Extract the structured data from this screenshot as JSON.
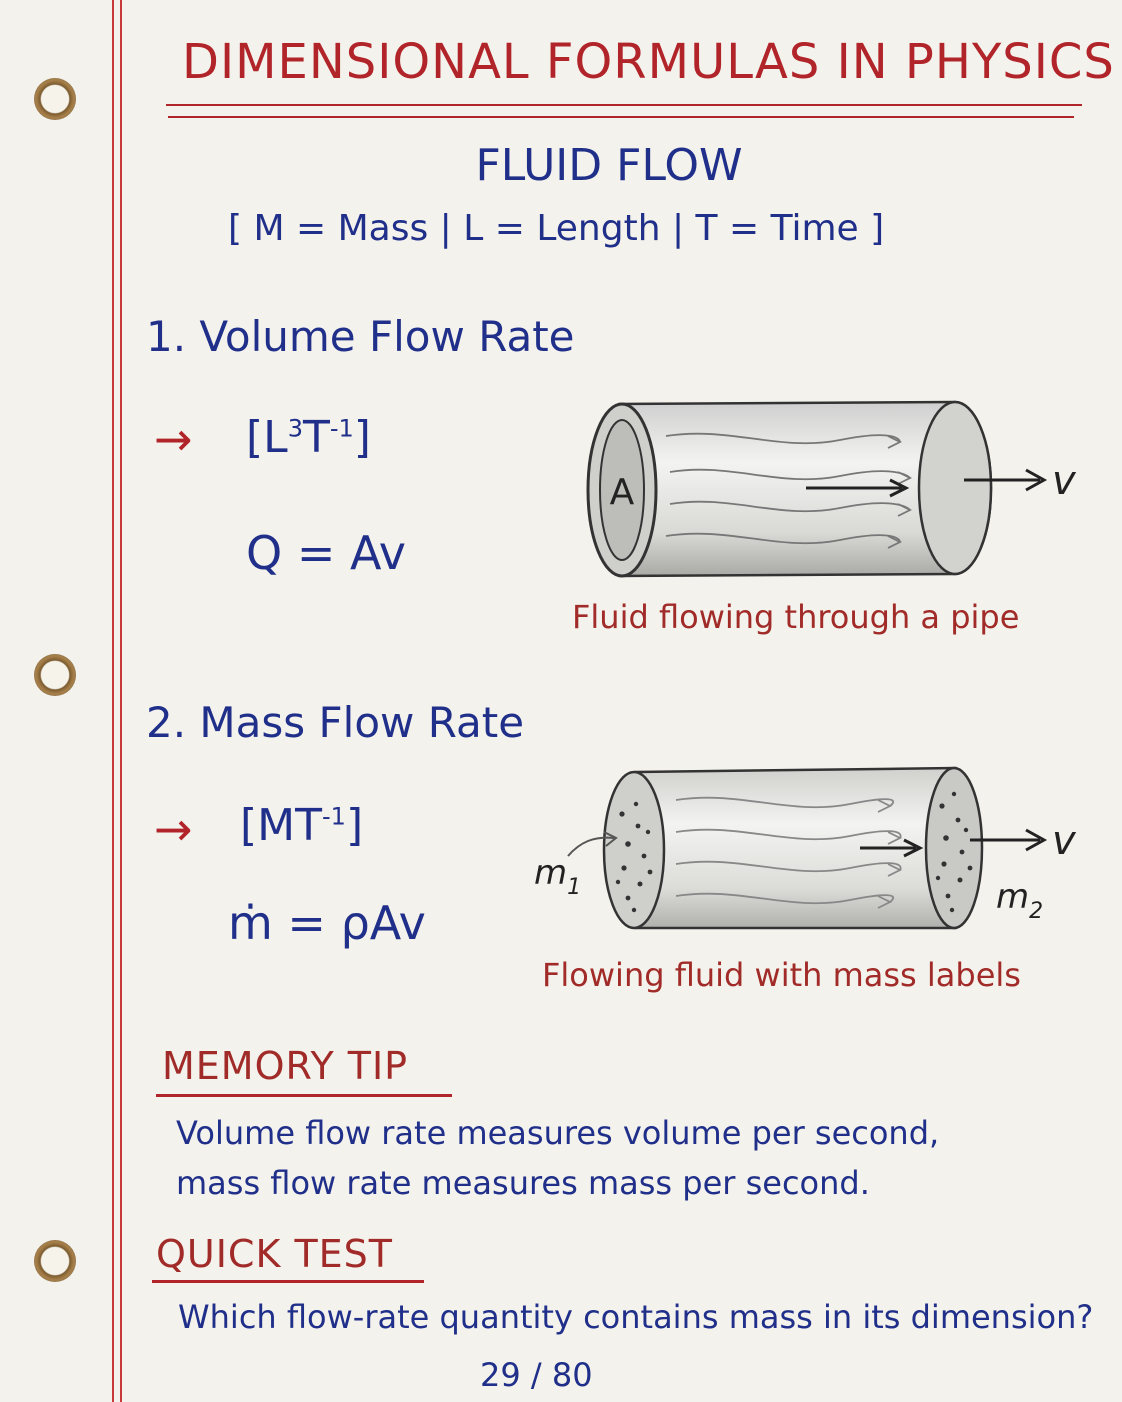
{
  "header": {
    "title": "DIMENSIONAL FORMULAS IN PHYSICS",
    "subtitle": "FLUID FLOW",
    "legend": "[ M = Mass  |  L = Length  |  T = Time ]"
  },
  "sections": [
    {
      "heading": "1. Volume Flow Rate",
      "arrow": "→",
      "dimension_base": "[L",
      "dimension_exp1": "3",
      "dimension_mid": "T",
      "dimension_exp2": "-1",
      "dimension_close": "]",
      "equation": "Q = Av",
      "figure": {
        "area_label": "A",
        "velocity_label": "v",
        "caption": "Fluid flowing through a pipe"
      }
    },
    {
      "heading": "2. Mass Flow Rate",
      "arrow": "→",
      "dimension_base": "[MT",
      "dimension_exp": "-1",
      "dimension_close": "]",
      "equation": "ṁ = ρAv",
      "figure": {
        "mass_in_label": "m",
        "mass_in_sub": "1",
        "mass_out_label": "m",
        "mass_out_sub": "2",
        "velocity_label": "v",
        "caption": "Flowing fluid with mass labels"
      }
    }
  ],
  "memory_tip": {
    "heading": "MEMORY TIP",
    "line1": "Volume flow rate measures volume per second,",
    "line2": "mass flow rate measures mass per second."
  },
  "quick_test": {
    "heading": "QUICK TEST",
    "question": "Which flow-rate quantity contains mass in its dimension?"
  },
  "page_number": "29 / 80",
  "colors": {
    "paper": "#f4f2ec",
    "ink_blue": "#1f2f8a",
    "ink_red": "#b1242a",
    "margin_red": "#c9383a"
  }
}
